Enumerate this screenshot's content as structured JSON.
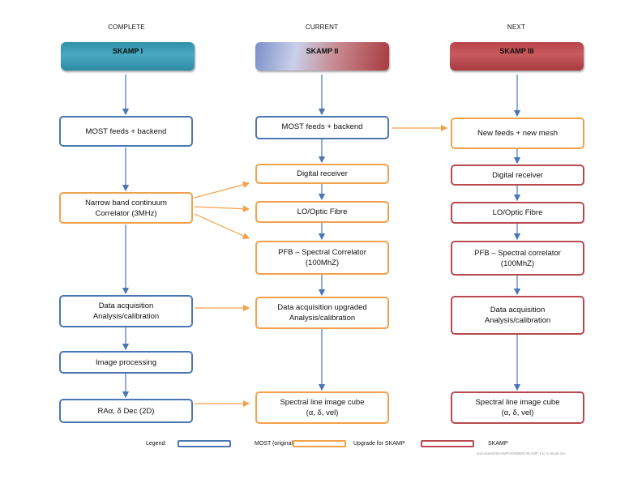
{
  "columns": {
    "complete": "COMPLETE",
    "current": "CURRENT",
    "next": "NEXT"
  },
  "headers": {
    "skamp1": "SKAMP I",
    "skamp2": "SKAMP II",
    "skamp3": "SKAMP III"
  },
  "colors": {
    "most": "#4a77b4",
    "upgrade": "#f2a14a",
    "skamp": "#b84a4f"
  },
  "col1": {
    "most_feeds": "MOST feeds + backend",
    "correlator": "Narrow band continuum\nCorrelator (3MHz)",
    "data_acq": "Data acquisition\nAnalysis/calibration",
    "image_proc": "Image processing",
    "ra_dec": "RAα, δ Dec (2D)"
  },
  "col2": {
    "most_feeds": "MOST feeds + backend",
    "digital_receiver": "Digital receiver",
    "lo_fibre": "LO/Optic Fibre",
    "pfb": "PFB – Spectral Correlator\n(100MhZ)",
    "data_acq": "Data acquisition upgraded\nAnalysis/calibration",
    "cube": "Spectral line image cube\n(α, δ, vel)"
  },
  "col3": {
    "new_feeds": "New feeds + new mesh",
    "digital_receiver": "Digital receiver",
    "lo_fibre": "LO/Optic Fibre",
    "pfb": "PFB – Spectral correlator\n(100MhZ)",
    "data_acq": "Data acquisition\nAnalysis/calibration",
    "cube": "Spectral line image cube\n(α, δ, vel)"
  },
  "legend": {
    "title": "Legend:",
    "most": "MOST (original)",
    "upgrade": "Upgrade for SKAMP",
    "skamp": "SKAMP"
  },
  "footnote": "documents/SKAMP/4/250609 SKAMP 1 to 3 visual.doc"
}
